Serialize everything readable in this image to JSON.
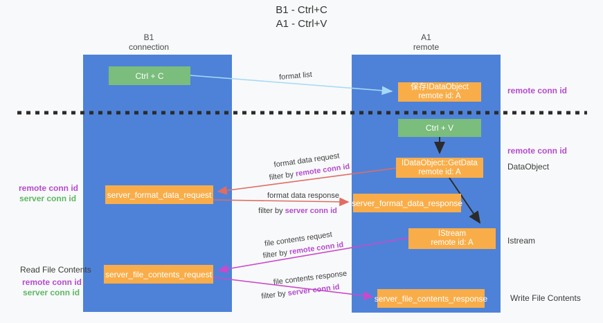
{
  "title": {
    "line1": "B1 - Ctrl+C",
    "line2": "A1 - Ctrl+V"
  },
  "columns": {
    "left": {
      "name": "B1",
      "subtitle": "connection"
    },
    "right": {
      "name": "A1",
      "subtitle": "remote"
    }
  },
  "nodes": {
    "ctrl_c": {
      "label": "Ctrl + C"
    },
    "ctrl_v": {
      "label": "Ctrl + V"
    },
    "save_dataobject": {
      "line1": "保存IDataObject",
      "line2": "remote id: A"
    },
    "getdata": {
      "line1": "IDataObject::GetData",
      "line2": "remote id: A"
    },
    "istream": {
      "line1": "IStream",
      "line2": "remote id: A"
    },
    "format_request": {
      "label": "server_format_data_request"
    },
    "format_response": {
      "label": "server_format_data_response"
    },
    "file_request": {
      "label": "server_file_contents_request"
    },
    "file_response": {
      "label": "server_file_contents_response"
    }
  },
  "flow_labels": {
    "format_list": "format list",
    "format_data_request": "format data request",
    "format_data_response": "format data response",
    "file_contents_request": "file contents request",
    "file_contents_response": "file contents response",
    "filter_by": "filter by ",
    "remote_conn_id": "remote conn id",
    "server_conn_id": "server conn id"
  },
  "side_labels": {
    "right_top_remote_conn_id": "remote conn id",
    "right_mid_remote_conn_id": "remote conn id",
    "dataobject": "DataObject",
    "istream": "Istream",
    "write_file_contents": "Write File Contents",
    "read_file_contents": "Read File Contents",
    "left_remote_conn_id_1": "remote conn id",
    "left_server_conn_id_1": "server conn id",
    "left_remote_conn_id_2": "remote conn id",
    "left_server_conn_id_2": "server conn id"
  },
  "colors": {
    "panel_blue": "#4e82d8",
    "node_orange": "#f9ad49",
    "node_green": "#7abd7c",
    "arrow_blue": "#a6d9f5",
    "arrow_salmon": "#e06c64",
    "arrow_magenta": "#ca49ca",
    "arrow_black": "#2b2b2b",
    "text_purple": "#b44bcc",
    "text_green": "#5fb763",
    "dashed_line": "#2b2b2b",
    "background": "#f8f9fa"
  }
}
